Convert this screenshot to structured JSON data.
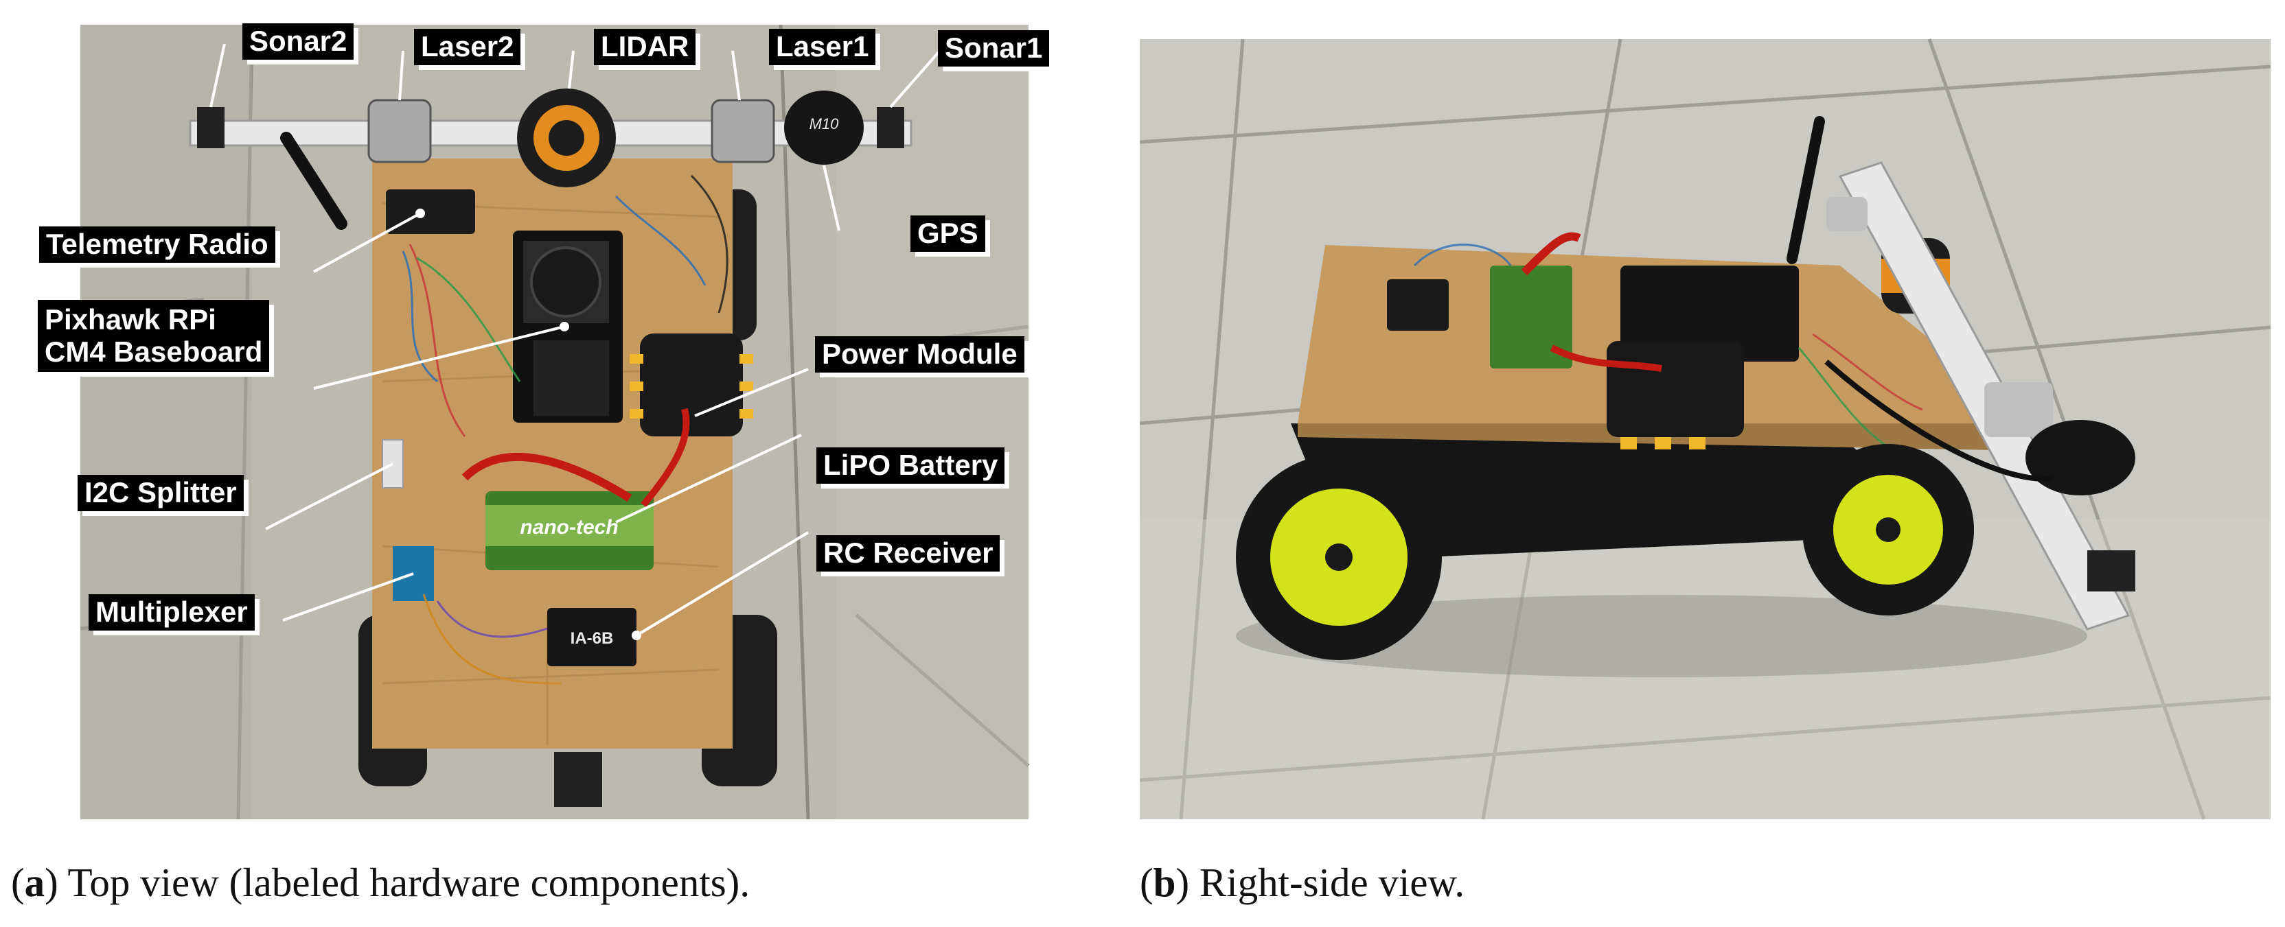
{
  "figure": {
    "panel_a": {
      "caption_letter": "a",
      "caption_text": "Top view (labeled hardware components).",
      "labels": {
        "sonar2": "Sonar2",
        "laser2": "Laser2",
        "lidar": "LIDAR",
        "laser1": "Laser1",
        "sonar1": "Sonar1",
        "telemetry_radio": "Telemetry Radio",
        "gps": "GPS",
        "pixhawk_line1": "Pixhawk RPi",
        "pixhawk_line2": "CM4 Baseboard",
        "power_module": "Power Module",
        "lipo_battery": "LiPO Battery",
        "i2c_splitter": "I2C Splitter",
        "rc_receiver": "RC Receiver",
        "multiplexer": "Multiplexer"
      },
      "device_markings": {
        "gps_brand": "M10",
        "battery_brand": "nano-tech",
        "receiver_model": "IA-6B"
      }
    },
    "panel_b": {
      "caption_letter": "b",
      "caption_text": "Right-side view."
    }
  },
  "colors": {
    "callout_bg": "#000000",
    "callout_text": "#ffffff",
    "wheel_green": "#d4e21a",
    "battery_green": "#4a8f2e"
  }
}
